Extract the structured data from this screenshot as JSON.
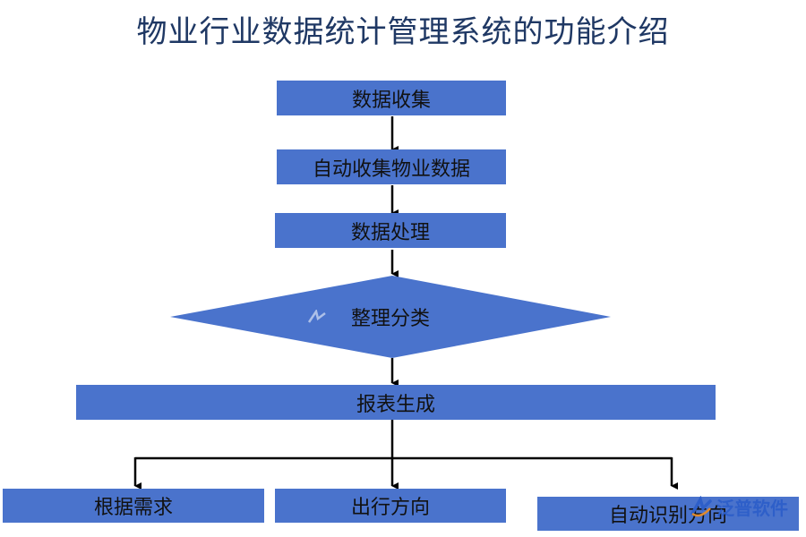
{
  "title": "物业行业数据统计管理系统的功能介绍",
  "nodes": {
    "data_collection": "数据收集",
    "auto_collect": "自动收集物业数据",
    "data_processing": "数据处理",
    "sort_classify": "整理分类",
    "report_generation": "报表生成",
    "by_demand": "根据需求",
    "trend": "出行方向",
    "auto_identify": "自动识别方向"
  },
  "watermark": {
    "brand": "泛普软件"
  },
  "colors": {
    "box_fill": "#4a73cc",
    "title": "#1f3864",
    "connector": "#000000",
    "watermark": "#2e5fc9"
  }
}
